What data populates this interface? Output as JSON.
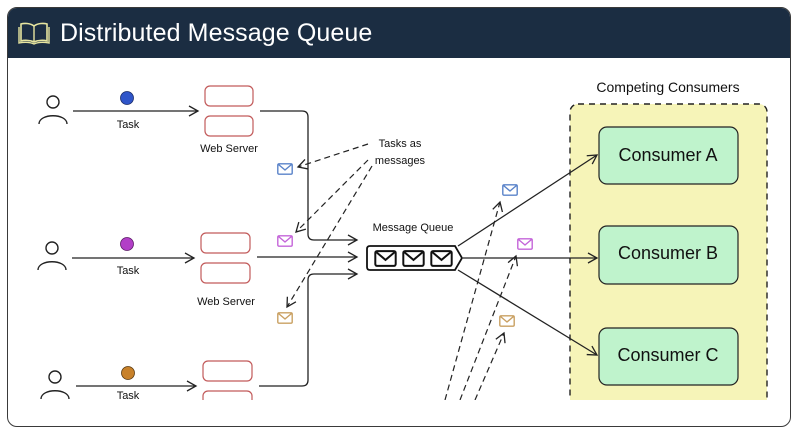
{
  "header": {
    "title": "Distributed Message Queue",
    "icon": "open-book-icon"
  },
  "producers": [
    {
      "label": "Task",
      "dot_color": "#2f55c9",
      "server_label": "Web Server"
    },
    {
      "label": "Task",
      "dot_color": "#b23fc7",
      "server_label": "Web Server"
    },
    {
      "label": "Task",
      "dot_color": "#c8812a",
      "server_label": ""
    }
  ],
  "annotation": {
    "line1": "Tasks as",
    "line2": "messages"
  },
  "queue": {
    "label": "Message Queue"
  },
  "consumer_group": {
    "label": "Competing Consumers"
  },
  "consumers": [
    {
      "label": "Consumer A"
    },
    {
      "label": "Consumer B"
    },
    {
      "label": "Consumer C"
    }
  ],
  "message_colors": {
    "blue": "#5a83c9",
    "purple": "#c464d9",
    "orange": "#c9a062"
  },
  "colors": {
    "header_bg": "#1b2d42",
    "server_border": "#c25a5a",
    "consumer_fill": "#bff3cc",
    "group_fill": "#f6f4b8"
  }
}
